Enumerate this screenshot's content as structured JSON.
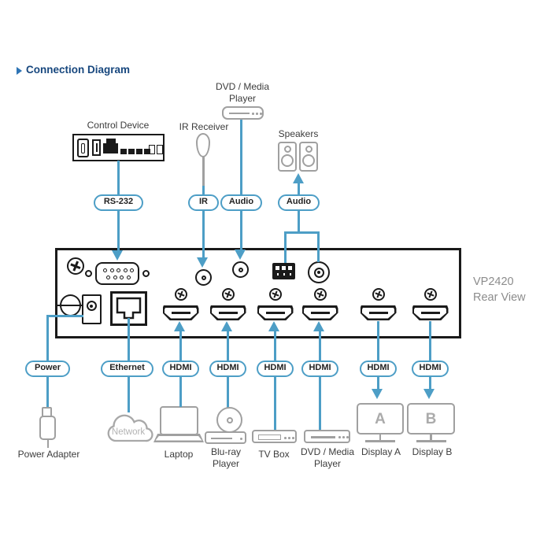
{
  "header": {
    "title": "Connection Diagram"
  },
  "device_info": {
    "model_line": "VP2420\nRear View"
  },
  "top_devices": {
    "control": "Control Device",
    "ir_receiver": "IR Receiver",
    "dvd_player": "DVD / Media\nPlayer",
    "speakers": "Speakers"
  },
  "connector_tags_top": {
    "rs232": "RS-232",
    "ir": "IR",
    "audio_in": "Audio",
    "audio_out": "Audio"
  },
  "connector_tags_bottom": {
    "power": "Power",
    "ethernet": "Ethernet",
    "hdmi_in_1": "HDMI",
    "hdmi_in_2": "HDMI",
    "hdmi_in_3": "HDMI",
    "hdmi_in_4": "HDMI",
    "hdmi_out_a": "HDMI",
    "hdmi_out_b": "HDMI"
  },
  "bottom_devices": {
    "power_adapter": "Power Adapter",
    "network": "Network",
    "laptop": "Laptop",
    "bluray": "Blu-ray\nPlayer",
    "tv_box": "TV Box",
    "dvd_player": "DVD / Media\nPlayer",
    "display_a": "Display A",
    "display_b": "Display B",
    "display_a_letter": "A",
    "display_b_letter": "B"
  },
  "colors": {
    "accent": "#4D9EC6",
    "title_blue": "#17477E",
    "outline_gray": "#A0A0A0",
    "panel_black": "#1A1A1A"
  }
}
